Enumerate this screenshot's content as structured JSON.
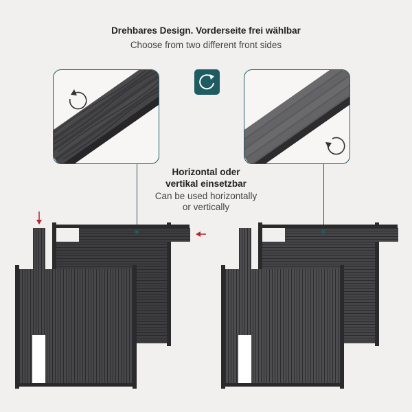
{
  "header": {
    "title": "Drehbares Design. Vorderseite frei wählbar",
    "subtitle": "Choose from two different front sides"
  },
  "middle": {
    "title_line1": "Horizontal oder",
    "title_line2": "vertikal einsetzbar",
    "sub_line1": "Can be used horizontally",
    "sub_line2": "or vertically"
  },
  "colors": {
    "accent": "#1e5b62",
    "panel_dark": "#3b3b3d",
    "background": "#f1f0ee",
    "arrow_red": "#b3272d"
  },
  "icons": {
    "rotate": "rotate-arrow-icon",
    "red_arrow": "arrow-indicator-icon"
  }
}
